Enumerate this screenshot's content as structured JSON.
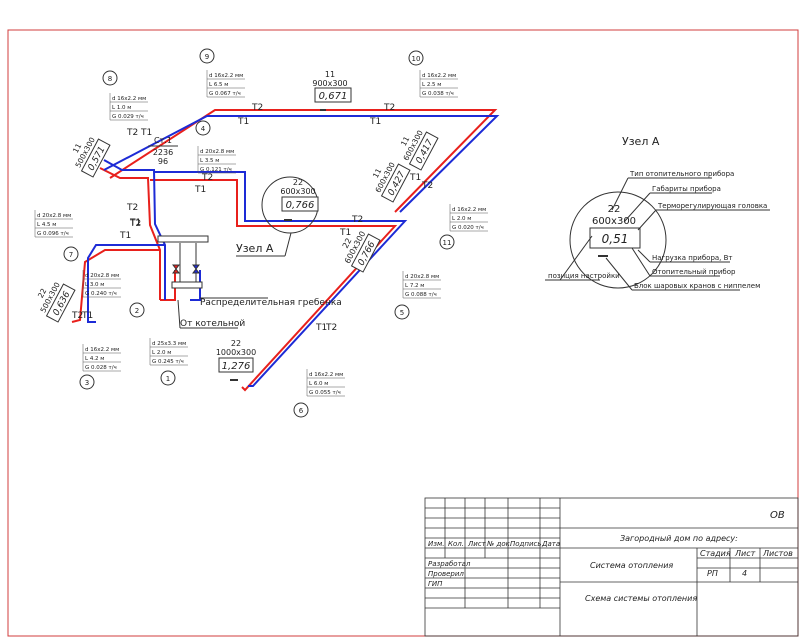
{
  "pipe_labels": {
    "supply": "T1",
    "return": "T2"
  },
  "section_notes": [
    {
      "id": "1",
      "d": "d  25x3.3 мм",
      "L": "L  2.0 м",
      "G": "G  0.245 т/ч"
    },
    {
      "id": "2",
      "d": "d  20x2.8 мм",
      "L": "L  3.0 м",
      "G": "G  0.240 т/ч"
    },
    {
      "id": "3",
      "d": "d  16x2.2 мм",
      "L": "L  4.2 м",
      "G": "G  0.028 т/ч"
    },
    {
      "id": "4",
      "d": "d  20x2.8 мм",
      "L": "L  3.5 м",
      "G": "G  0.121 т/ч"
    },
    {
      "id": "5",
      "d": "d  20x2.8 мм",
      "L": "L  7.2 м",
      "G": "G  0.088 т/ч"
    },
    {
      "id": "6",
      "d": "d  16x2.2 мм",
      "L": "L  6.0 м",
      "G": "G  0.055 т/ч"
    },
    {
      "id": "7",
      "d": "d  20x2.8 мм",
      "L": "L  4.5 м",
      "G": "G  0.096 т/ч"
    },
    {
      "id": "8",
      "d": "d  16x2.2 мм",
      "L": "L  1.0 м",
      "G": "G  0.029 т/ч"
    },
    {
      "id": "9",
      "d": "d  16x2.2 мм",
      "L": "L  6.5 м",
      "G": "G  0.067 т/ч"
    },
    {
      "id": "10",
      "d": "d  16x2.2 мм",
      "L": "L  2.5 м",
      "G": "G  0.038 т/ч"
    },
    {
      "id": "11",
      "d": "d  16x2.2 мм",
      "L": "L  2.0 м",
      "G": "G  0.020 т/ч"
    }
  ],
  "radiators": [
    {
      "id": "r_top",
      "type": "11",
      "size": "900x300",
      "load": "0,671"
    },
    {
      "id": "r_nodeA",
      "type": "22",
      "size": "600x300",
      "load": "0,766"
    },
    {
      "id": "r_mid",
      "type": "22",
      "size": "600x300",
      "load": "0,766"
    },
    {
      "id": "r_bottom",
      "type": "22",
      "size": "1000x300",
      "load": "1,276"
    },
    {
      "id": "r_left_top",
      "type": "11",
      "size": "500x300",
      "load": "0,571"
    },
    {
      "id": "r_left_bottom",
      "type": "22",
      "size": "500x300",
      "load": "0,636"
    },
    {
      "id": "r_right",
      "type": "11",
      "size": "600x300",
      "load": "0,427"
    },
    {
      "id": "r_right_b",
      "type": "11",
      "size": "600x300",
      "load": "0,417"
    }
  ],
  "riser": {
    "name": "Ст.1",
    "value1": "2236",
    "value2": "96"
  },
  "manifold_label": "Распределительная гребенка",
  "boiler_label": "От котельной",
  "node_label": "Узел А",
  "node_detail": {
    "title": "Узел А",
    "type": "22",
    "size": "600x300",
    "load": "0,51",
    "callouts": {
      "type": "Тип отопительного прибора",
      "dims": "Габариты прибора",
      "thermo": "Терморегулирующая головка",
      "load": "Нагрузка прибора, Вт",
      "device": "Отопительный прибор",
      "valves": "Блок шаровых кранов с ниппелем",
      "position": "позиция настройки"
    }
  },
  "title_block": {
    "code": "ОВ",
    "project": "Загородный дом по адресу:",
    "system": "Система отопления",
    "sheet_title": "Схема системы отопления",
    "stage_h": "Стадия",
    "sheet_h": "Лист",
    "sheets_h": "Листов",
    "stage": "РП",
    "sheet": "4",
    "cols": [
      "Изм.",
      "Кол.",
      "Лист",
      "№ док.",
      "Подпись",
      "Дата"
    ],
    "roles": [
      "Разработал",
      "Проверил",
      "ГИП"
    ]
  },
  "colors": {
    "supply": "#e8201c",
    "return": "#1d2bd6",
    "frame": "#d23c3c",
    "line": "#333333"
  }
}
